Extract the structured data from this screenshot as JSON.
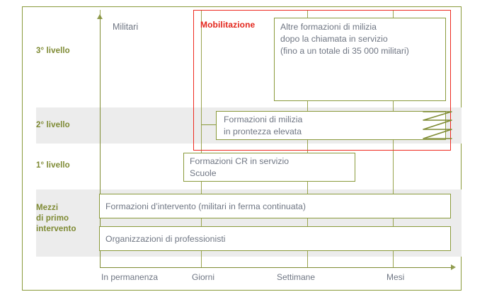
{
  "diagram": {
    "y_axis_title": "Militari",
    "highlight_label": "Mobilitazione",
    "row_labels": [
      {
        "id": "livello3",
        "text": "3° livello"
      },
      {
        "id": "livello2",
        "text": "2° livello"
      },
      {
        "id": "livello1",
        "text": "1° livello"
      },
      {
        "id": "mezzi",
        "text": "Mezzi\ndi primo\nintervento"
      }
    ],
    "x_ticks": [
      {
        "label": "In permanenza"
      },
      {
        "label": "Giorni"
      },
      {
        "label": "Settimane"
      },
      {
        "label": "Mesi"
      }
    ],
    "boxes": [
      {
        "id": "altre-formazioni",
        "text": "Altre formazioni di milizia\ndopo la chiamata in servizio\n(fino a un totale di 35 000 militari)",
        "level": "3° livello"
      },
      {
        "id": "formazioni-prontezza",
        "text": "Formazioni di milizia\nin prontezza elevata",
        "level": "2° livello"
      },
      {
        "id": "formazioni-cr",
        "text": "Formazioni CR in servizio\nScuole",
        "level": "1° livello"
      },
      {
        "id": "formazioni-intervento",
        "text": "Formazioni d’intervento (militari in ferma continuata)",
        "level": "Mezzi di primo intervento"
      },
      {
        "id": "organizzazioni-professionisti",
        "text": "Organizzazioni di professionisti",
        "level": "Mezzi di primo intervento"
      }
    ],
    "colors": {
      "frame_green": "#8a9a3b",
      "label_olive": "#7e8a33",
      "text_gray": "#6f7683",
      "highlight_red": "#e3261c",
      "band_gray": "#ececec",
      "axis_green": "#7f8c33"
    }
  },
  "chart_data": {
    "type": "diagram",
    "title": "",
    "xlabel": "",
    "ylabel": "Militari",
    "x_categories": [
      "In permanenza",
      "Giorni",
      "Settimane",
      "Mesi"
    ],
    "rows": [
      "3° livello",
      "2° livello",
      "1° livello",
      "Mezzi di primo intervento"
    ],
    "items": [
      {
        "row": "3° livello",
        "label": "Altre formazioni di milizia dopo la chiamata in servizio (fino a un totale di 35 000 militari)",
        "span": [
          "Giorni",
          "Mesi"
        ],
        "total_militari": 35000
      },
      {
        "row": "2° livello",
        "label": "Formazioni di milizia in prontezza elevata",
        "span": [
          "Giorni",
          "Mesi"
        ],
        "open_ended": true
      },
      {
        "row": "1° livello",
        "label": "Formazioni CR in servizio / Scuole",
        "span": [
          "In permanenza",
          "Giorni"
        ]
      },
      {
        "row": "Mezzi di primo intervento",
        "label": "Formazioni d’intervento (militari in ferma continuata)",
        "span": [
          "In permanenza",
          "Mesi"
        ]
      },
      {
        "row": "Mezzi di primo intervento",
        "label": "Organizzazioni di professionisti",
        "span": [
          "In permanenza",
          "Mesi"
        ]
      }
    ],
    "annotations": [
      {
        "text": "Mobilitazione",
        "color": "#e3261c",
        "covers": [
          "3° livello",
          "2° livello"
        ]
      }
    ],
    "legend": []
  }
}
